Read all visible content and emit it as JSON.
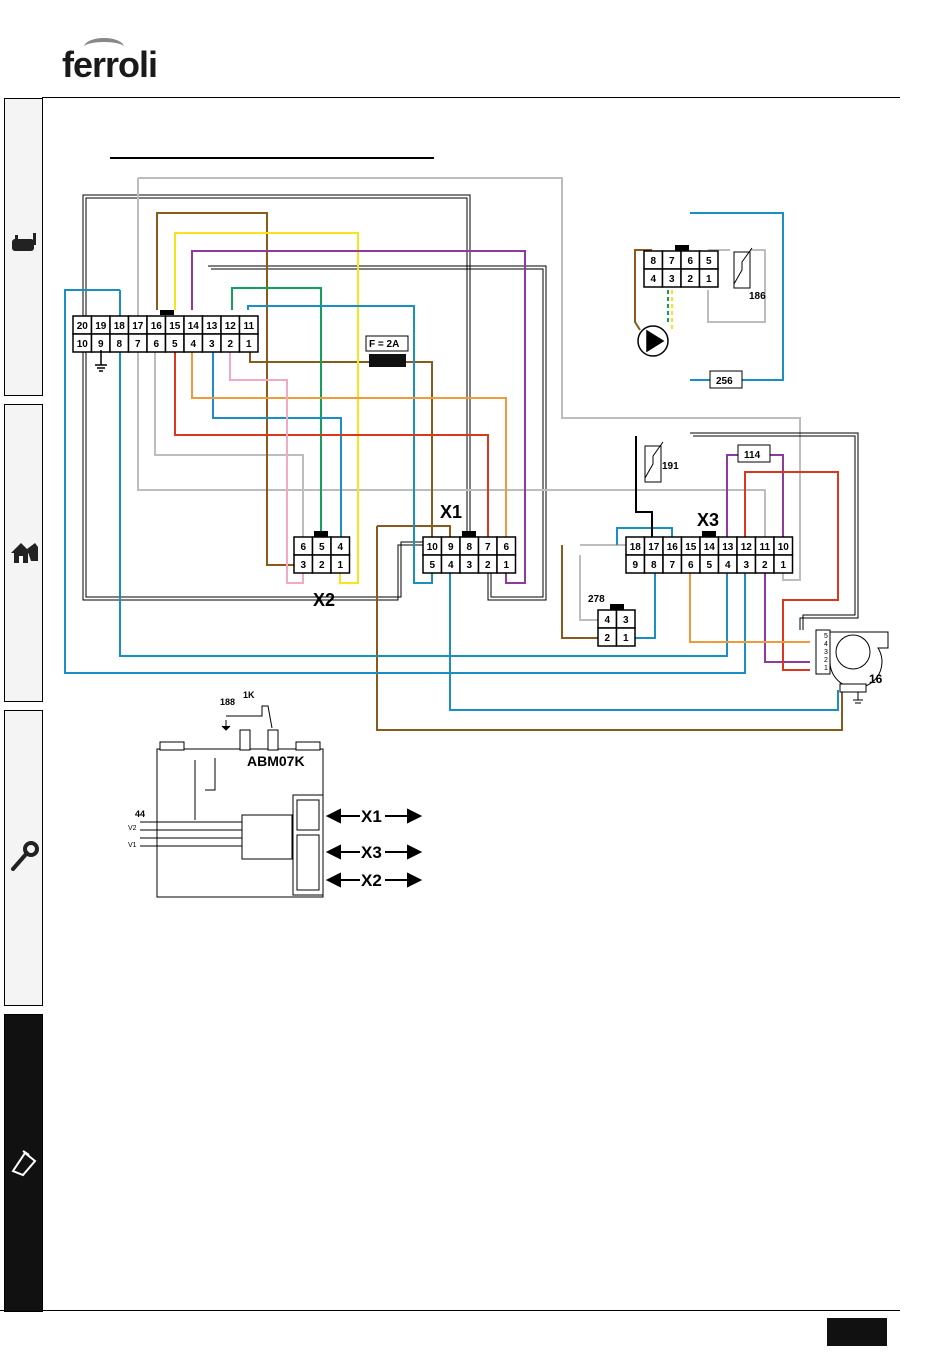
{
  "brand": "ferroli",
  "connectors": {
    "main": {
      "top_pins": [
        "20",
        "19",
        "18",
        "17",
        "16",
        "15",
        "14",
        "13",
        "12",
        "11"
      ],
      "bottom_pins": [
        "10",
        "9",
        "8",
        "7",
        "6",
        "5",
        "4",
        "3",
        "2",
        "1"
      ]
    },
    "x2": {
      "label": "X2",
      "top_pins": [
        "6",
        "5",
        "4"
      ],
      "bottom_pins": [
        "3",
        "2",
        "1"
      ]
    },
    "x1": {
      "label": "X1",
      "top_pins": [
        "10",
        "9",
        "8",
        "7",
        "6"
      ],
      "bottom_pins": [
        "5",
        "4",
        "3",
        "2",
        "1"
      ]
    },
    "x3": {
      "label": "X3",
      "top_pins": [
        "18",
        "17",
        "16",
        "15",
        "14",
        "13",
        "12",
        "11",
        "10"
      ],
      "bottom_pins": [
        "9",
        "8",
        "7",
        "6",
        "5",
        "4",
        "3",
        "2",
        "1"
      ]
    },
    "pump": {
      "top_pins": [
        "8",
        "7",
        "6",
        "5"
      ],
      "bottom_pins": [
        "4",
        "3",
        "2",
        "1"
      ]
    },
    "c278": {
      "label": "278",
      "top_pins": [
        "4",
        "3"
      ],
      "bottom_pins": [
        "2",
        "1"
      ]
    }
  },
  "components": {
    "fuse": "F = 2A",
    "sensor_186": "186",
    "box_256": "256",
    "sensor_191": "191",
    "box_114": "114",
    "fan_16": "16",
    "fan_pins": [
      "5",
      "4",
      "3",
      "2",
      "1"
    ]
  },
  "module": {
    "name": "ABM07K",
    "label_188": "188",
    "label_1k": "1K",
    "label_44": "44",
    "label_v2": "V2",
    "label_v1": "V1",
    "arrows": [
      "X1",
      "X3",
      "X2"
    ]
  },
  "colors": {
    "blue": "#1a8fc4",
    "green": "#14a05a",
    "brown": "#8a5a1c",
    "yellow": "#f5e51a",
    "purple": "#8e3a9e",
    "red": "#d9381e",
    "orange": "#ef9a3c",
    "gray": "#bdbdbd",
    "pink": "#f2a9c4",
    "black": "#000000"
  },
  "sidebar_icons": [
    "boiler-icon",
    "house-icon",
    "wrench-icon",
    "clipboard-icon"
  ]
}
